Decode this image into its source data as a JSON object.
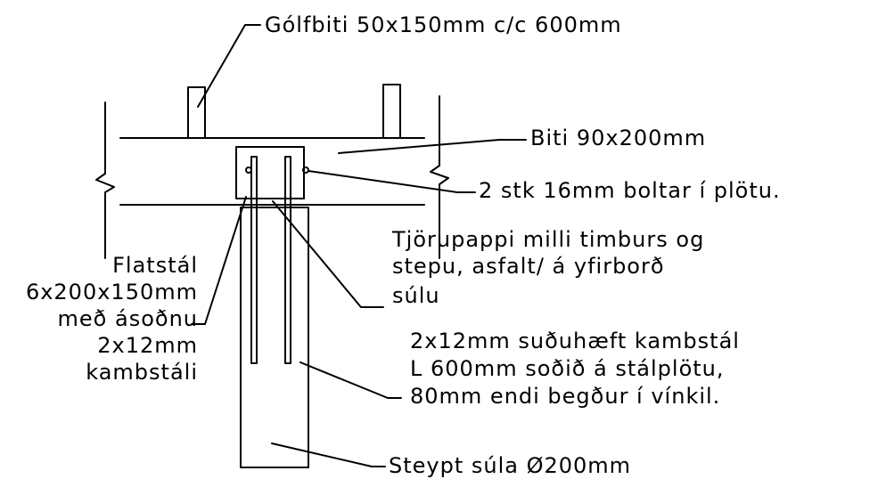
{
  "labels": {
    "golfbiti": "Gólfbiti 50x150mm c/c 600mm",
    "biti": "Biti 90x200mm",
    "boltar": "2 stk 16mm boltar í plötu.",
    "tjorupappi": [
      "Tjörupappi milli timburs og",
      "stepu, asfalt/ á yfirborð",
      "súlu"
    ],
    "flatstal": [
      "Flatstál",
      "6x200x150mm",
      "með ásoðnu",
      "2x12mm",
      "kambstáli"
    ],
    "kambstal": [
      "2x12mm suðuhæft kambstál",
      "L 600mm soðið á stálplötu,",
      "80mm endi begður í vínkil."
    ],
    "sula": "Steypt súla Ø200mm"
  },
  "colors": {
    "line": "#000000",
    "background": "#ffffff"
  }
}
